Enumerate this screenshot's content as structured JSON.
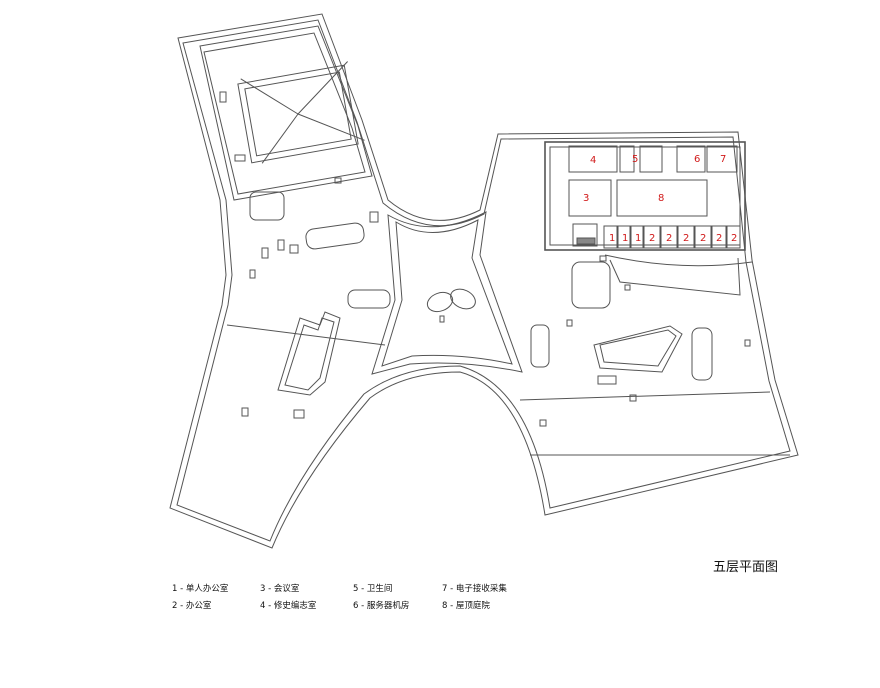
{
  "drawing_title": "五层平面图",
  "legend": [
    {
      "num": "1",
      "label": "单人办公室"
    },
    {
      "num": "2",
      "label": "办公室"
    },
    {
      "num": "3",
      "label": "会议室"
    },
    {
      "num": "4",
      "label": "修史编志室"
    },
    {
      "num": "5",
      "label": "卫生间"
    },
    {
      "num": "6",
      "label": "服务器机房"
    },
    {
      "num": "7",
      "label": "电子接收采集"
    },
    {
      "num": "8",
      "label": "屋顶庭院"
    }
  ],
  "room_labels": {
    "r4": "4",
    "r5": "5",
    "r6": "6",
    "r7": "7",
    "r3": "3",
    "r8": "8",
    "s1": "1",
    "s2": "1",
    "s3": "1",
    "s4": "2",
    "s5": "2",
    "s6": "2",
    "s7": "2",
    "s8": "2",
    "s9": "2"
  },
  "colors": {
    "line": "#555555",
    "room_number": "#d11a1a"
  }
}
